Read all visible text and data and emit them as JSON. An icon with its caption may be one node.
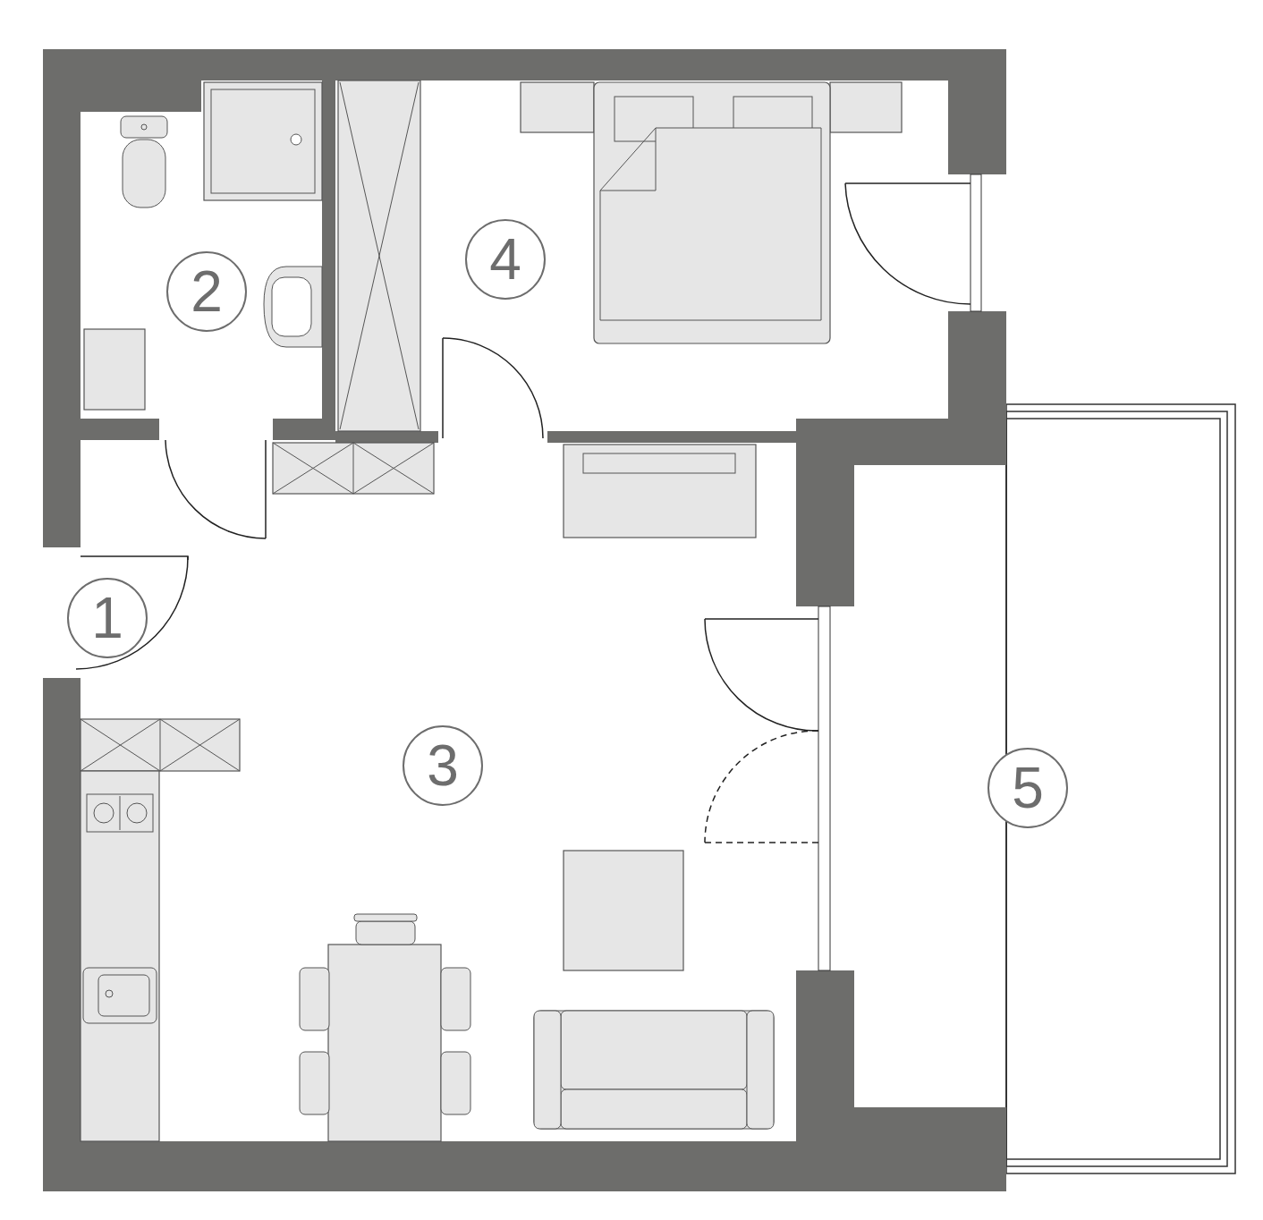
{
  "diagram": {
    "labels": [
      "4",
      "2",
      "1",
      "3",
      "5"
    ]
  }
}
